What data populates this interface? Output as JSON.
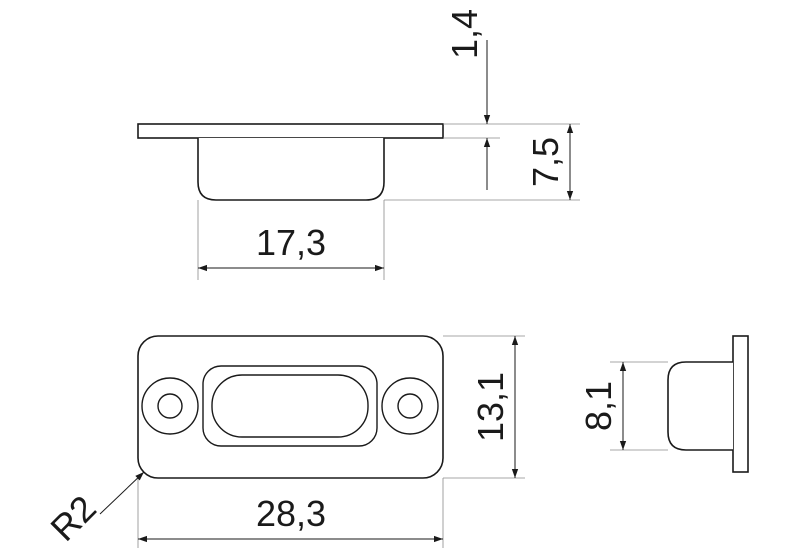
{
  "dimensions": {
    "plate_thickness": "1,4",
    "depth": "7,5",
    "pocket_width": "17,3",
    "overall_height": "13,1",
    "overall_length": "28,3",
    "corner_radius": "R2",
    "side_pocket_height": "8,1"
  }
}
